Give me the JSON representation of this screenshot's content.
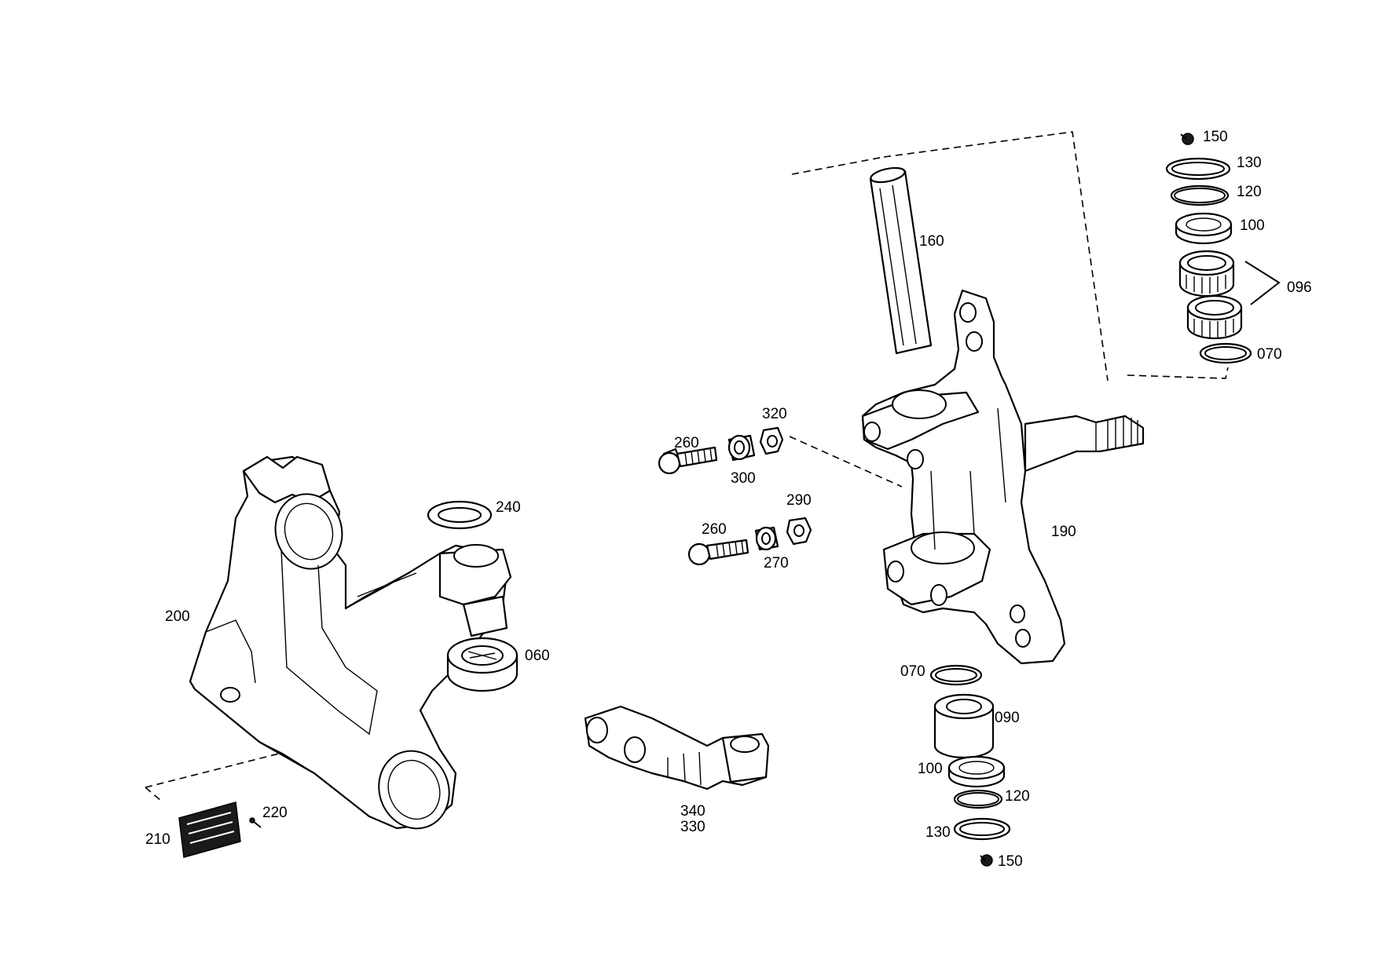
{
  "labels": {
    "l150a": "150",
    "l130a": "130",
    "l120a": "120",
    "l100a": "100",
    "l096": "096",
    "l070a": "070",
    "l160": "160",
    "l320": "320",
    "l260a": "260",
    "l300": "300",
    "l290": "290",
    "l260b": "260",
    "l270": "270",
    "l190": "190",
    "l240": "240",
    "l200": "200",
    "l060": "060",
    "l070b": "070",
    "l090": "090",
    "l100b": "100",
    "l120b": "120",
    "l130b": "130",
    "l150b": "150",
    "l340": "340",
    "l330": "330",
    "l220": "220",
    "l210": "210"
  }
}
